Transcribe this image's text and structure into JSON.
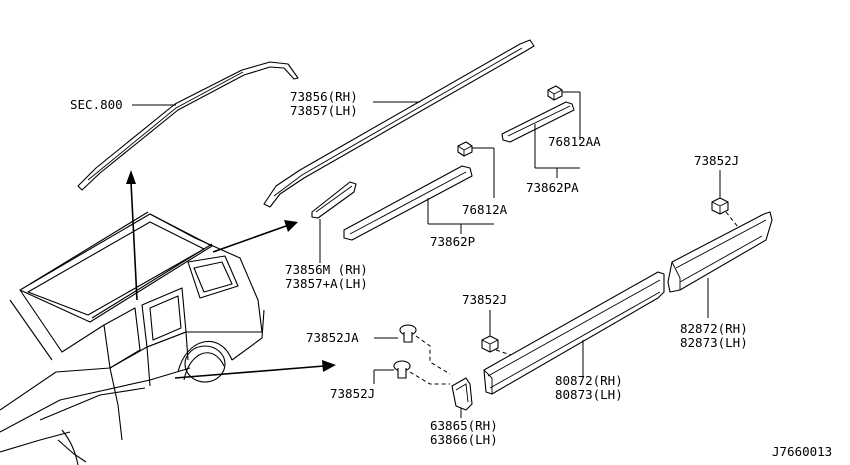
{
  "labels": {
    "sec800": "SEC.800",
    "l73856rh": "73856(RH)",
    "l73857lh": "73857(LH)",
    "l76812aa": "76812AA",
    "l73862pa": "73862PA",
    "l76812a": "76812A",
    "l73862p": "73862P",
    "l73856m": "73856M (RH)",
    "l73857a": "73857+A(LH)",
    "l73852j_top": "73852J",
    "l73852j_mid": "73852J",
    "l73852ja": "73852JA",
    "l73852j_low": "73852J",
    "l82872": "82872(RH)",
    "l82873": "82873(LH)",
    "l80872": "80872(RH)",
    "l80873": "80873(LH)",
    "l63865": "63865(RH)",
    "l63866": "63866(LH)",
    "code": "J7660013"
  }
}
